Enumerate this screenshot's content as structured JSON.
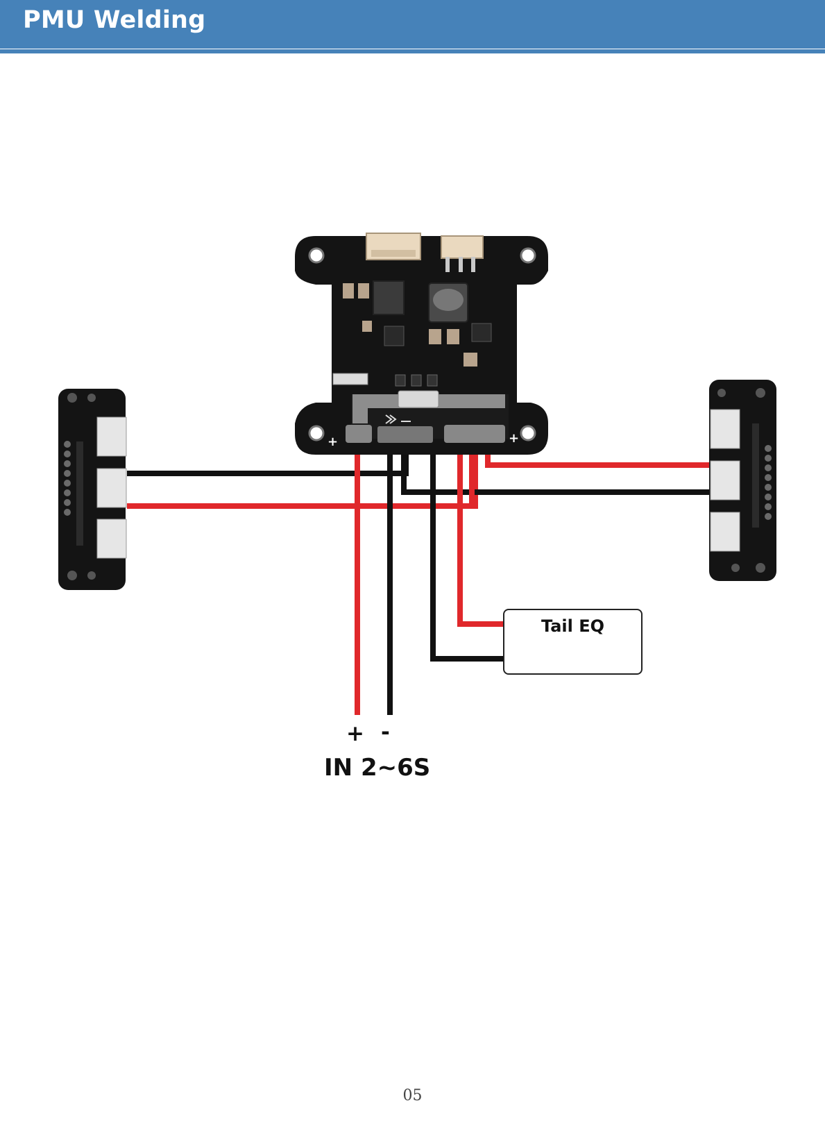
{
  "page": {
    "title": "PMU Welding",
    "page_number": "05",
    "header_color": "#4682b9"
  },
  "diagram": {
    "input_plus": "+",
    "input_minus": "-",
    "input_label": "IN 2~6S",
    "tail_box_label": "Tail EQ",
    "board_plus_left": "+",
    "board_plus_right": "+",
    "colors": {
      "positive_wire": "#e0282b",
      "negative_wire": "#111111",
      "pcb": "#141414"
    },
    "components": [
      "pmu-board",
      "left-light-board",
      "right-light-board",
      "tail-eq"
    ]
  }
}
